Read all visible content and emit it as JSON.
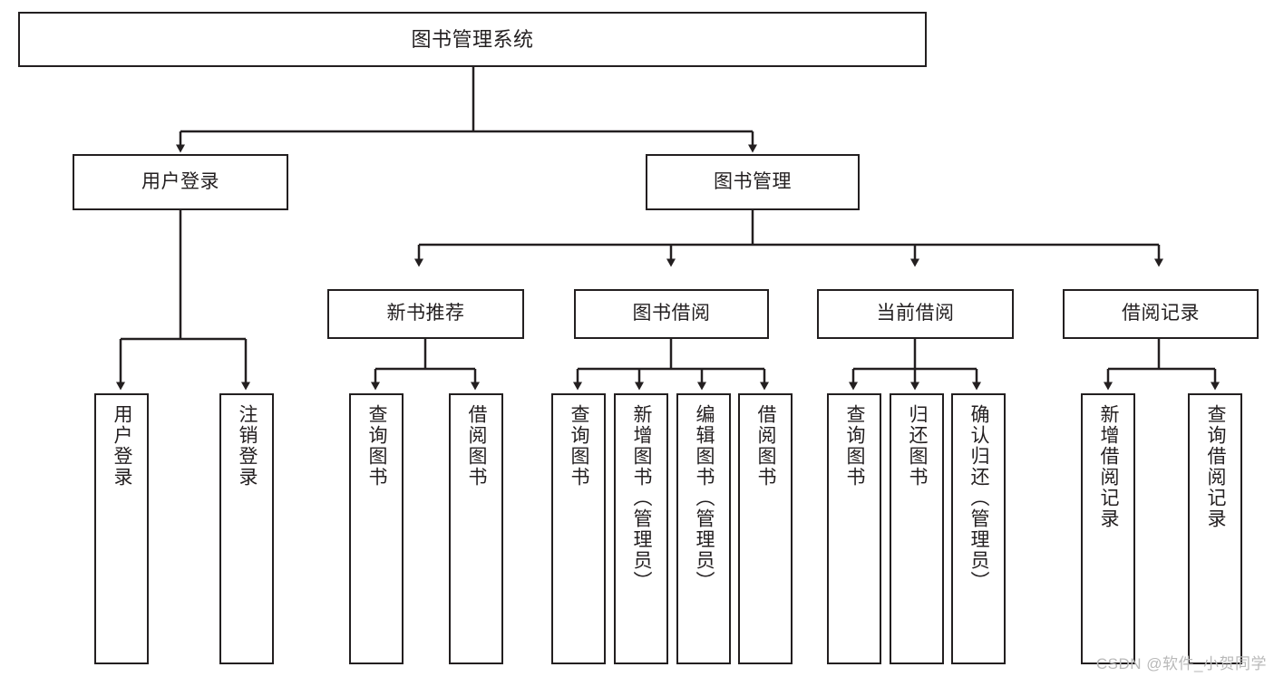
{
  "diagram": {
    "title_text": "图书管理系统",
    "type": "tree-hierarchy-chart",
    "stroke_color": "#231f20",
    "background_color": "#ffffff",
    "nodes": {
      "root": {
        "label": "图书管理系统"
      },
      "level2": [
        {
          "label": "用户登录"
        },
        {
          "label": "图书管理"
        }
      ],
      "level3": [
        {
          "label": "新书推荐"
        },
        {
          "label": "图书借阅"
        },
        {
          "label": "当前借阅"
        },
        {
          "label": "借阅记录"
        }
      ],
      "leaves_user_login": [
        {
          "label": "用户登录"
        },
        {
          "label": "注销登录"
        }
      ],
      "leaves_new_book": [
        {
          "label": "查询图书"
        },
        {
          "label": "借阅图书"
        }
      ],
      "leaves_borrow": [
        {
          "label": "查询图书"
        },
        {
          "label": "新增图书（管理员）"
        },
        {
          "label": "编辑图书（管理员）"
        },
        {
          "label": "借阅图书"
        }
      ],
      "leaves_current": [
        {
          "label": "查询图书"
        },
        {
          "label": "归还图书"
        },
        {
          "label": "确认归还（管理员）"
        }
      ],
      "leaves_record": [
        {
          "label": "新增借阅记录"
        },
        {
          "label": "查询借阅记录"
        }
      ]
    }
  },
  "watermark": {
    "text": "CSDN @软件_小贺同学",
    "color": "#b9b9b9"
  }
}
